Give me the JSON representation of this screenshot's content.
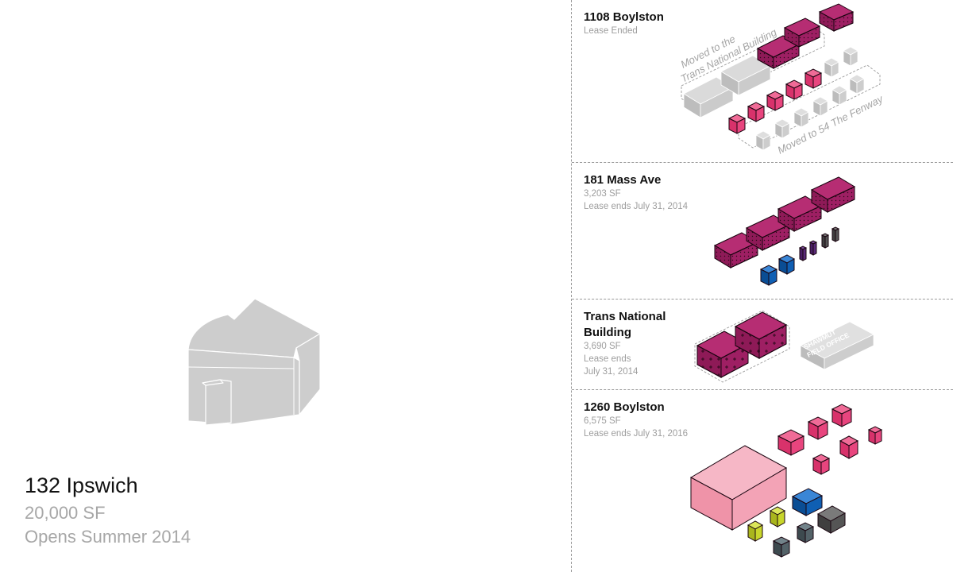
{
  "main": {
    "name": "132 Ipswich",
    "size": "20,000 SF",
    "opens": "Opens Summer 2014"
  },
  "sections": [
    {
      "title": "1108 Boylston",
      "lines": [
        "Lease Ended"
      ],
      "notes": [
        "Moved to the",
        "Trans National Building",
        "Moved to 54 The Fenway"
      ]
    },
    {
      "title": "181 Mass Ave",
      "lines": [
        "3,203 SF",
        "Lease ends July 31, 2014"
      ]
    },
    {
      "title_lines": [
        "Trans National",
        "Building"
      ],
      "lines": [
        "3,690 SF",
        "Lease ends",
        "July 31, 2014"
      ],
      "sign": [
        "SHAWMUT",
        "FIELD OFFICE"
      ]
    },
    {
      "title": "1260 Boylston",
      "lines": [
        "6,575 SF",
        "Lease ends July 31, 2016"
      ]
    }
  ],
  "colors": {
    "magenta": "#9e1f63",
    "pink": "#e8457e",
    "light_pink": "#f3a3b6",
    "blue": "#0f5fb3",
    "purple": "#5b2a7a",
    "dark_gray": "#555555",
    "lime": "#c8d62b",
    "slate": "#536268",
    "gray_block": "#cfcfcf",
    "divider": "#9a9a9a"
  }
}
